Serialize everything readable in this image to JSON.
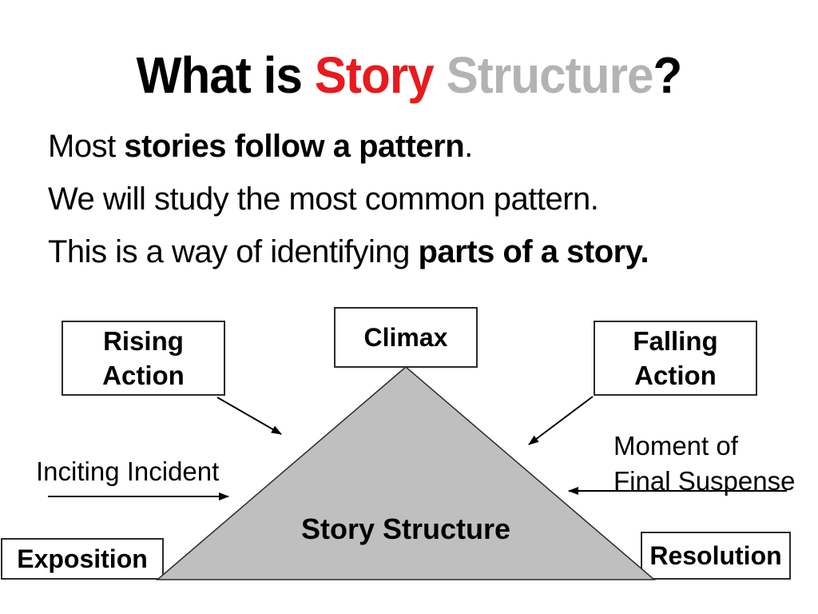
{
  "title": {
    "black_part": "What is ",
    "red_part": "Story",
    "gray_part": " Structure",
    "question_mark": "?"
  },
  "intro": {
    "line1": {
      "lead": "Most ",
      "bold": "stories follow a pattern",
      "tail": "."
    },
    "line2": {
      "lead": "We will study the most common pattern.",
      "bold": "",
      "tail": ""
    },
    "line3": {
      "lead": "This is a way of identifying ",
      "bold": "parts of a story.",
      "tail": ""
    }
  },
  "diagram": {
    "triangle_label": "Story Structure",
    "boxes": {
      "rising_action": "Rising\nAction",
      "climax": "Climax",
      "falling_action": "Falling\nAction",
      "exposition": "Exposition",
      "resolution": "Resolution"
    },
    "annotations": {
      "inciting_incident": "Inciting Incident",
      "moment_of_final_suspense": "Moment of\nFinal Suspense"
    }
  },
  "colors": {
    "title_red": "#e81a1d",
    "title_gray": "#b3b3b3",
    "triangle_fill": "#bfbfbf",
    "line_black": "#000000"
  }
}
